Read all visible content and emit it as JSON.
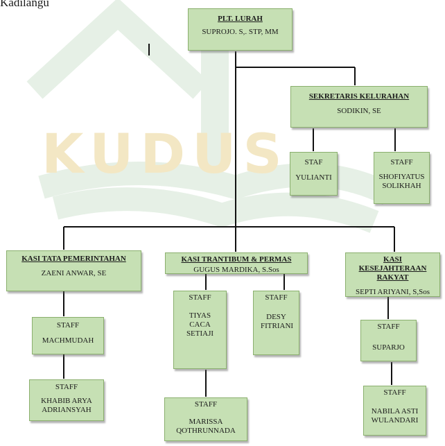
{
  "page": {
    "top_text": "Kadilangu"
  },
  "watermark": {
    "text": "KUDUS"
  },
  "org": {
    "lurah": {
      "role": "PLT. LURAH",
      "person": "SUPROJO. S,. STP, MM"
    },
    "sekretaris": {
      "role": "SEKRETARIS KELURAHAN",
      "person": "SODIKIN, SE"
    },
    "sek_staff_1": {
      "role": "STAF",
      "person": "YULIANTI"
    },
    "sek_staff_2": {
      "role": "STAFF",
      "person": "SHOFIYATUS SOLIKHAH"
    },
    "kasi_pemerintahan": {
      "role": "KASI TATA PEMERINTAHAN",
      "person": "ZAENI ANWAR, SE"
    },
    "pem_staff_1": {
      "role": "STAFF",
      "person": "MACHMUDAH"
    },
    "pem_staff_2": {
      "role": "STAFF",
      "person": "KHABIB ARYA ADRIANSYAH"
    },
    "kasi_trantibum": {
      "role": "KASI TRANTIBUM & PERMAS",
      "person": "GUGUS MARDIKA, S.Sos"
    },
    "tra_staff_1": {
      "role": "STAFF",
      "person": "TIYAS CACA SETIAJI"
    },
    "tra_staff_2": {
      "role": "STAFF",
      "person": "DESY FITRIANI"
    },
    "tra_staff_3": {
      "role": "STAFF",
      "person": "MARISSA QOTHRUNNADA"
    },
    "kasi_kesejahteraan": {
      "role": "KASI KESEJAHTERAAN RAKYAT",
      "person": "SEPTI ARIYANI, S,Sos"
    },
    "kes_staff_1": {
      "role": "STAFF",
      "person": "SUPARJO"
    },
    "kes_staff_2": {
      "role": "STAFF",
      "person": "NABILA ASTI WULANDARI"
    }
  }
}
